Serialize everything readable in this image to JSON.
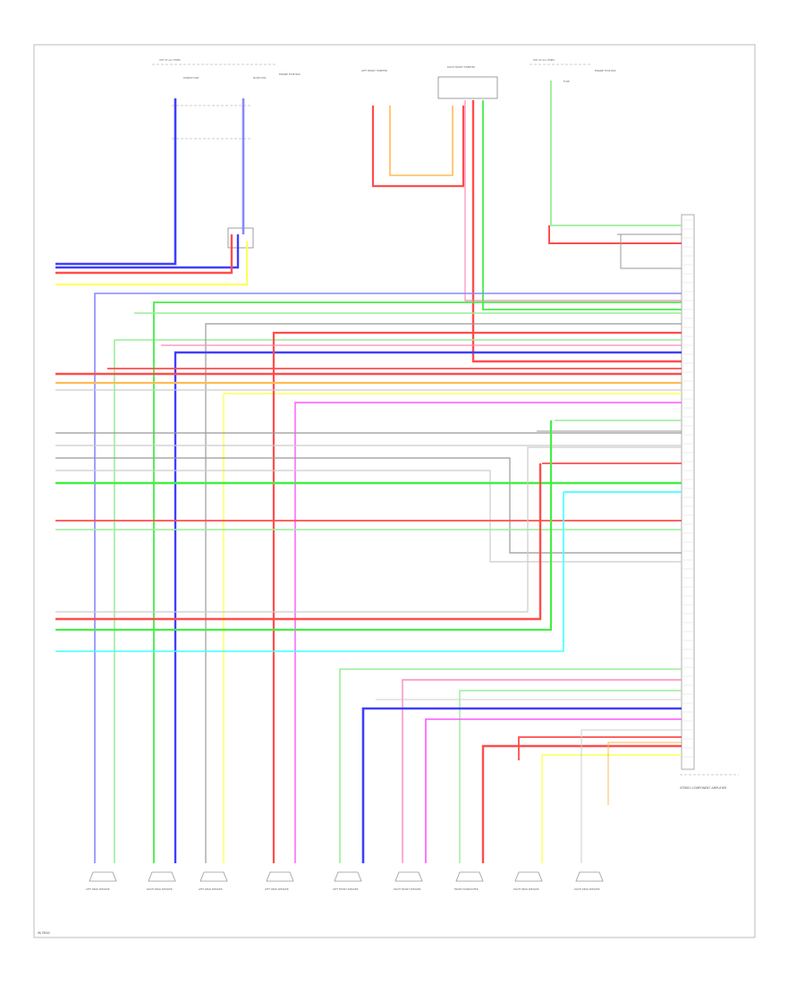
{
  "page_footer": "W/ EBAS",
  "colors": {
    "red": "#ff4d4d",
    "pink": "#ff88bb",
    "magenta": "#ff55ff",
    "blue": "#3f3fff",
    "violet": "#8888ff",
    "green": "#44ee44",
    "lightgreen": "#99ee99",
    "yellow": "#ffff55",
    "orange": "#ffbb55",
    "tan": "#ccb07a",
    "gray": "#999999",
    "lightgray": "#cccccc",
    "cyan": "#44ffff",
    "black": "#333333"
  },
  "top_components": [
    {
      "id": "fuse-block-left",
      "text": "HOT AT ALL TIMES"
    },
    {
      "id": "fuse-1",
      "text": "POWER FUSE"
    },
    {
      "id": "fuse-2",
      "text": "MAIN FUSE"
    },
    {
      "id": "relay-box",
      "text": "ENGINE FUSE BOX"
    },
    {
      "id": "front-door-spk-lf",
      "text": "LEFT FRONT TWEETER"
    },
    {
      "id": "front-door-spk-rf",
      "text": "RIGHT FRONT TWEETER"
    },
    {
      "id": "fuse-block-right",
      "text": "HOT AT ALL TIMES"
    },
    {
      "id": "fuse-3",
      "text": "FUSE"
    },
    {
      "id": "relay-2",
      "text": "ENGINE FUSE BOX"
    }
  ],
  "amp_label": "STEREO COMPONENT AMPLIFIER",
  "bottom_components": [
    {
      "id": "spk-1",
      "text": "LEFT REAR SPEAKER"
    },
    {
      "id": "spk-2",
      "text": "RIGHT REAR SPEAKER"
    },
    {
      "id": "spk-3",
      "text": "LEFT REAR SPEAKER"
    },
    {
      "id": "spk-4",
      "text": "LEFT REAR SPEAKER"
    },
    {
      "id": "spk-5",
      "text": "LEFT FRONT SPEAKER"
    },
    {
      "id": "spk-6",
      "text": "RIGHT FRONT SPEAKER"
    },
    {
      "id": "spk-7",
      "text": "FRONT SUBWOOFER"
    },
    {
      "id": "spk-8",
      "text": "RIGHT REAR SPEAKER"
    },
    {
      "id": "spk-9",
      "text": "RIGHT REAR SPEAKER"
    }
  ]
}
